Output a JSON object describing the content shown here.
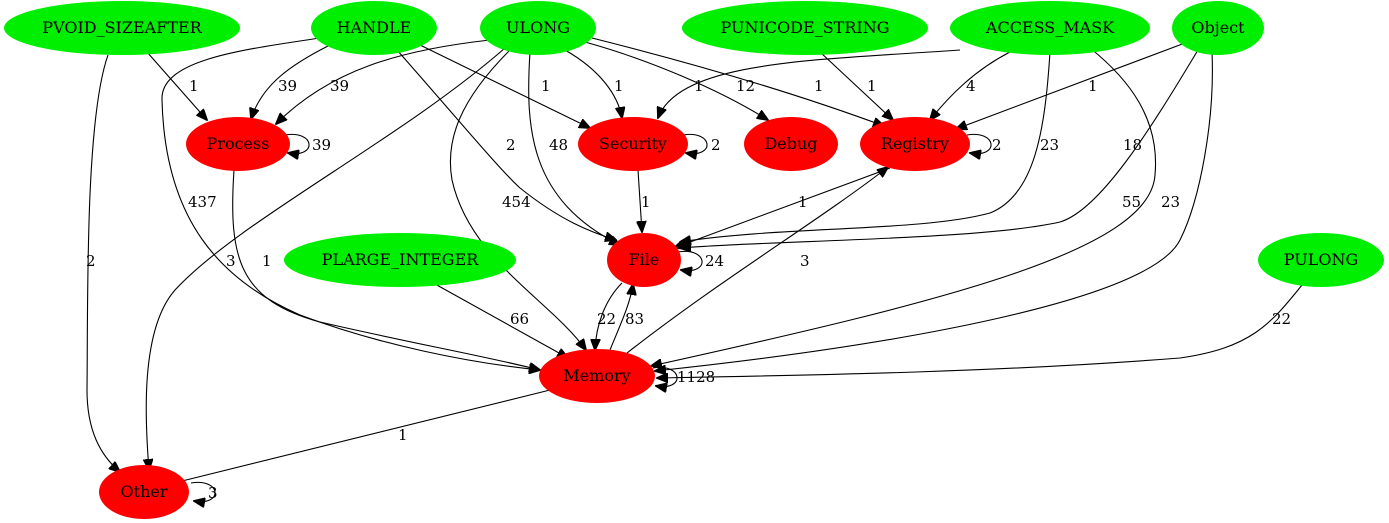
{
  "colors": {
    "source_node": "#00ee00",
    "category_node": "#ff0000",
    "edge": "#000000"
  },
  "nodes": {
    "pvoid_sizeafter": "PVOID_SIZEAFTER",
    "handle": "HANDLE",
    "ulong": "ULONG",
    "punicode_string": "PUNICODE_STRING",
    "access_mask": "ACCESS_MASK",
    "object": "Object",
    "process": "Process",
    "security": "Security",
    "debug": "Debug",
    "registry": "Registry",
    "plarge_integer": "PLARGE_INTEGER",
    "file": "File",
    "pulong": "PULONG",
    "memory": "Memory",
    "other": "Other"
  },
  "edges": {
    "pvoid_process": "1",
    "pvoid_other": "2",
    "handle_process": "39",
    "handle_memory": "437",
    "handle_file": "2",
    "handle_security": "1",
    "ulong_process": "39",
    "ulong_other": "3",
    "ulong_memory": "454",
    "ulong_file": "48",
    "ulong_security": "1",
    "ulong_debug": "12",
    "ulong_registry": "1",
    "punicode_registry": "1",
    "access_security": "1",
    "access_registry": "4",
    "access_file": "23",
    "access_memory": "55",
    "object_registry": "1",
    "object_file": "18",
    "object_memory": "23",
    "process_self": "39",
    "process_memory": "1",
    "security_self": "2",
    "security_file": "1",
    "registry_self": "2",
    "registry_file": "1",
    "file_self": "24",
    "file_memory": "22",
    "memory_file": "83",
    "memory_registry": "3",
    "memory_self": "1128",
    "memory_other": "1",
    "plarge_memory": "66",
    "pulong_memory": "22",
    "other_self": "3"
  }
}
